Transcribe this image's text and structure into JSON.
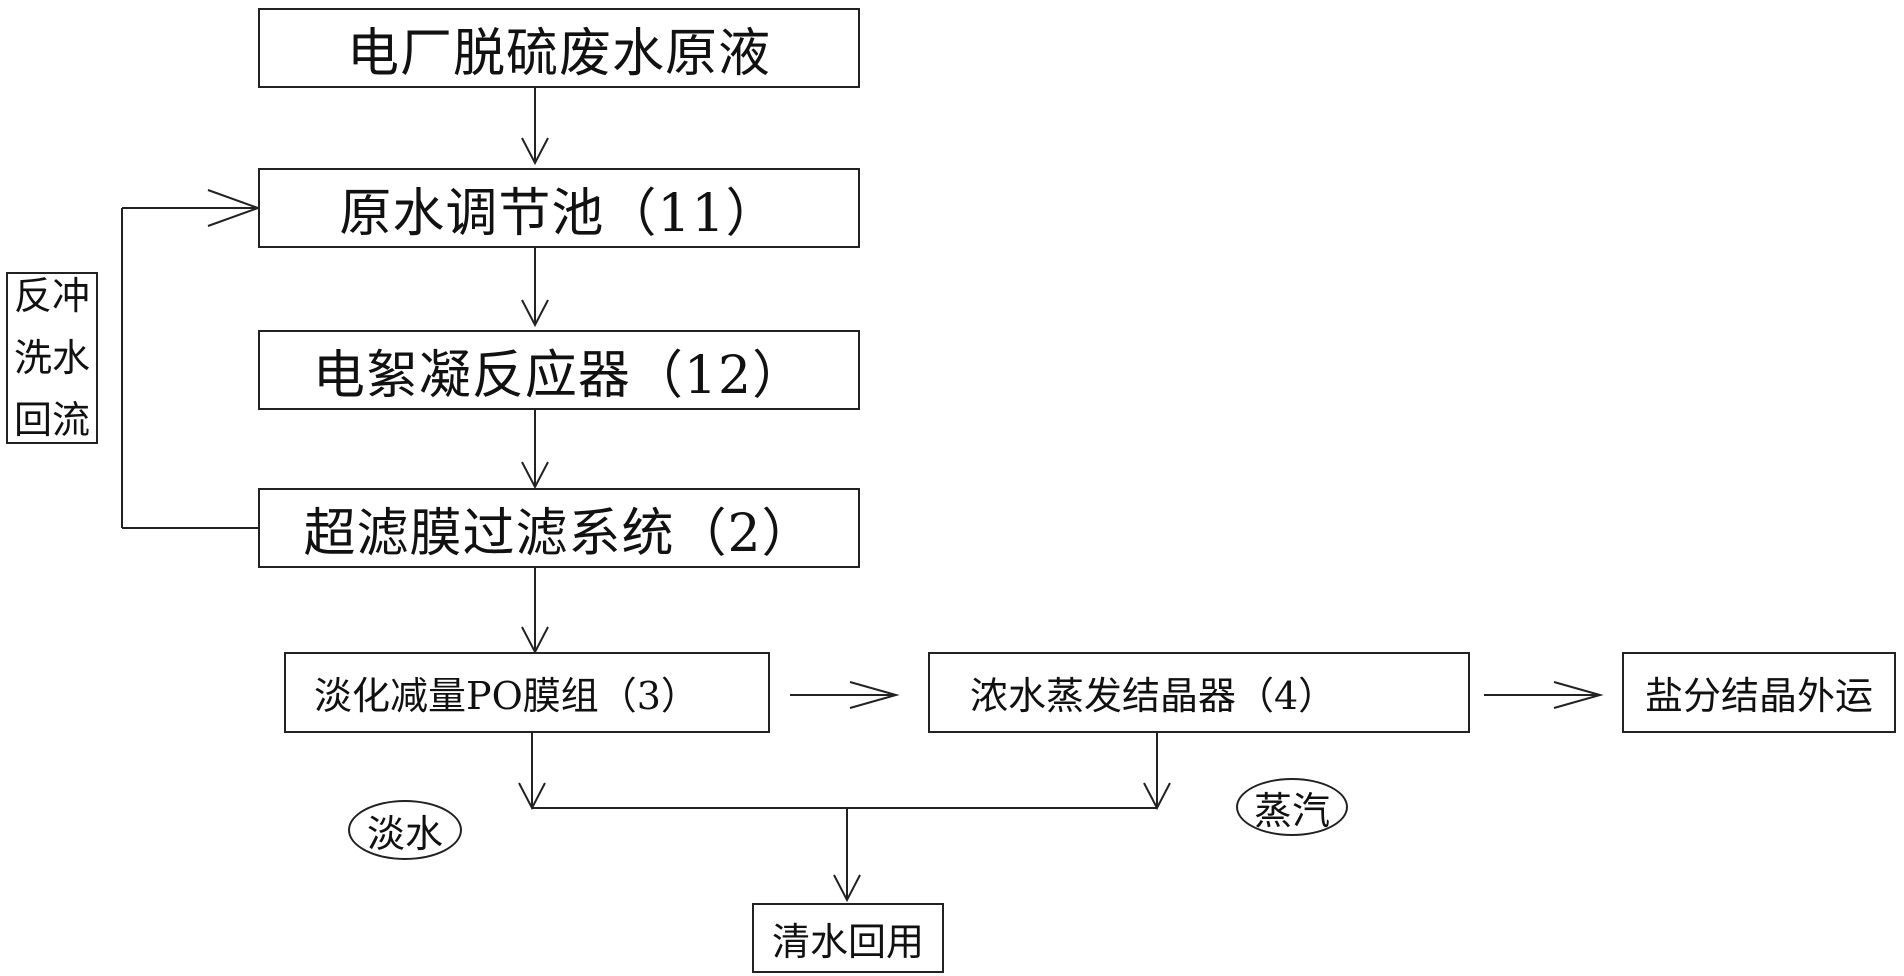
{
  "nodes": {
    "raw": "电厂脱硫废水原液",
    "tank": "原水调节池（11）",
    "reactor": "电絮凝反应器（12）",
    "uf": "超滤膜过滤系统（2）",
    "ro": "淡化减量PO膜组（3）",
    "evap": "浓水蒸发结晶器（4）",
    "salt": "盐分结晶外运",
    "reuse": "清水回用"
  },
  "side_note": {
    "line1": "反冲",
    "line2": "洗水",
    "line3": "回流"
  },
  "labels": {
    "fresh_water": "淡水",
    "steam": "蒸汽"
  }
}
